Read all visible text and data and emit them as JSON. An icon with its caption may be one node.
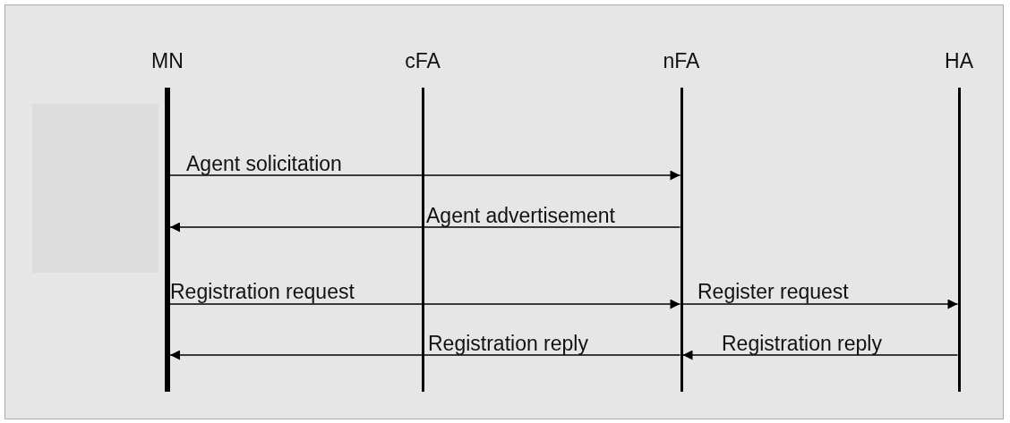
{
  "diagram": {
    "nodes": [
      {
        "text": [
          "MN"
        ]
      },
      {
        "text": [
          "cFA"
        ]
      },
      {
        "text": [
          "nFA"
        ]
      },
      {
        "text": [
          "HA"
        ]
      }
    ],
    "edges": [
      {
        "from": 0,
        "to": 2,
        "arrow": "to",
        "label": "Agent solicitation"
      },
      {
        "from": 2,
        "to": 0,
        "arrow": "to",
        "label": "Agent advertisement"
      },
      {
        "from": 0,
        "to": 2,
        "arrow": "to",
        "label": "Registration request"
      },
      {
        "from": 2,
        "to": 3,
        "arrow": "to",
        "label": "Register request"
      },
      {
        "from": 3,
        "to": 2,
        "arrow": "to",
        "label": "Registration reply"
      },
      {
        "from": 2,
        "to": 0,
        "arrow": "to",
        "label": "Registration reply"
      }
    ]
  }
}
